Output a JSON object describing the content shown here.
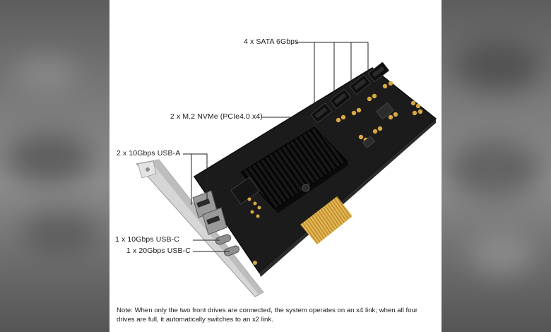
{
  "labels": {
    "sata": "4 x SATA 6Gbps",
    "nvme": "2 x M.2 NVMe (PCIe4.0 x4)",
    "usb_a": "2 x 10Gbps USB-A",
    "usb_c_10": "1 x 10Gbps USB-C",
    "usb_c_20": "1 x 20Gbps USB-C"
  },
  "note": "Note: When only the two front drives are connected, the system operates on an x4 link; when all four drives are full, it automatically switches to an x2 link.",
  "colors": {
    "pcb": "#1b1b1b",
    "heatsink": "#111111",
    "gold": "#d7a843",
    "bracket": "#cfcfcf",
    "leader_line": "#222222"
  }
}
